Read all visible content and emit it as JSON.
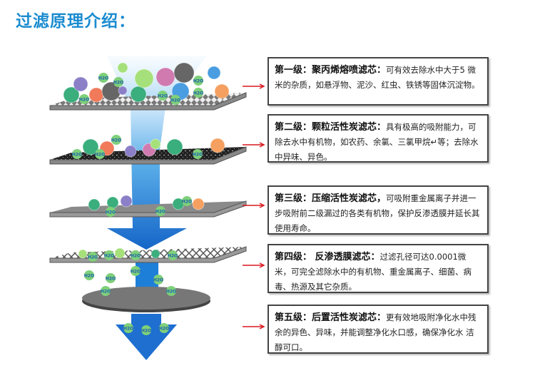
{
  "title": "过滤原理介绍：",
  "molecule_label": "H2O",
  "colors": {
    "title": "#1a8bd0",
    "arrow": "#d9181e",
    "flow": "#1e7fd8"
  },
  "stages": [
    {
      "heading": "第一级：聚丙烯熔喷滤芯：",
      "text": "可有效去除水中大于5 微米的杂质，如悬浮物、泥沙、红虫、铁锈等固体沉淀物。"
    },
    {
      "heading": "第二级：颗粒活性炭滤芯：",
      "text": "具有极高的吸附能力，可除去水中有机物，如农药、余氯、三氯甲烷↵等；去除水中异味、异色。"
    },
    {
      "heading": "第三级：压缩活性炭滤芯，",
      "text": "可吸附重金属离子并进一步吸附前二级漏过的各类有机物，保护反渗透膜并延长其使用寿命。"
    },
    {
      "heading": "第四级： 反渗透膜滤芯：",
      "text": "过滤孔径可达0.0001微米，可完全滤除水中的有机物、重金属离子、细菌、病毒、热源及其它杂质。"
    },
    {
      "heading": "第五级：后置活性炭滤芯：",
      "text": "更有效地吸附净化水中残余的异色、异味，并能调整净化水口感，确保净化水 洁醇可口。"
    }
  ]
}
